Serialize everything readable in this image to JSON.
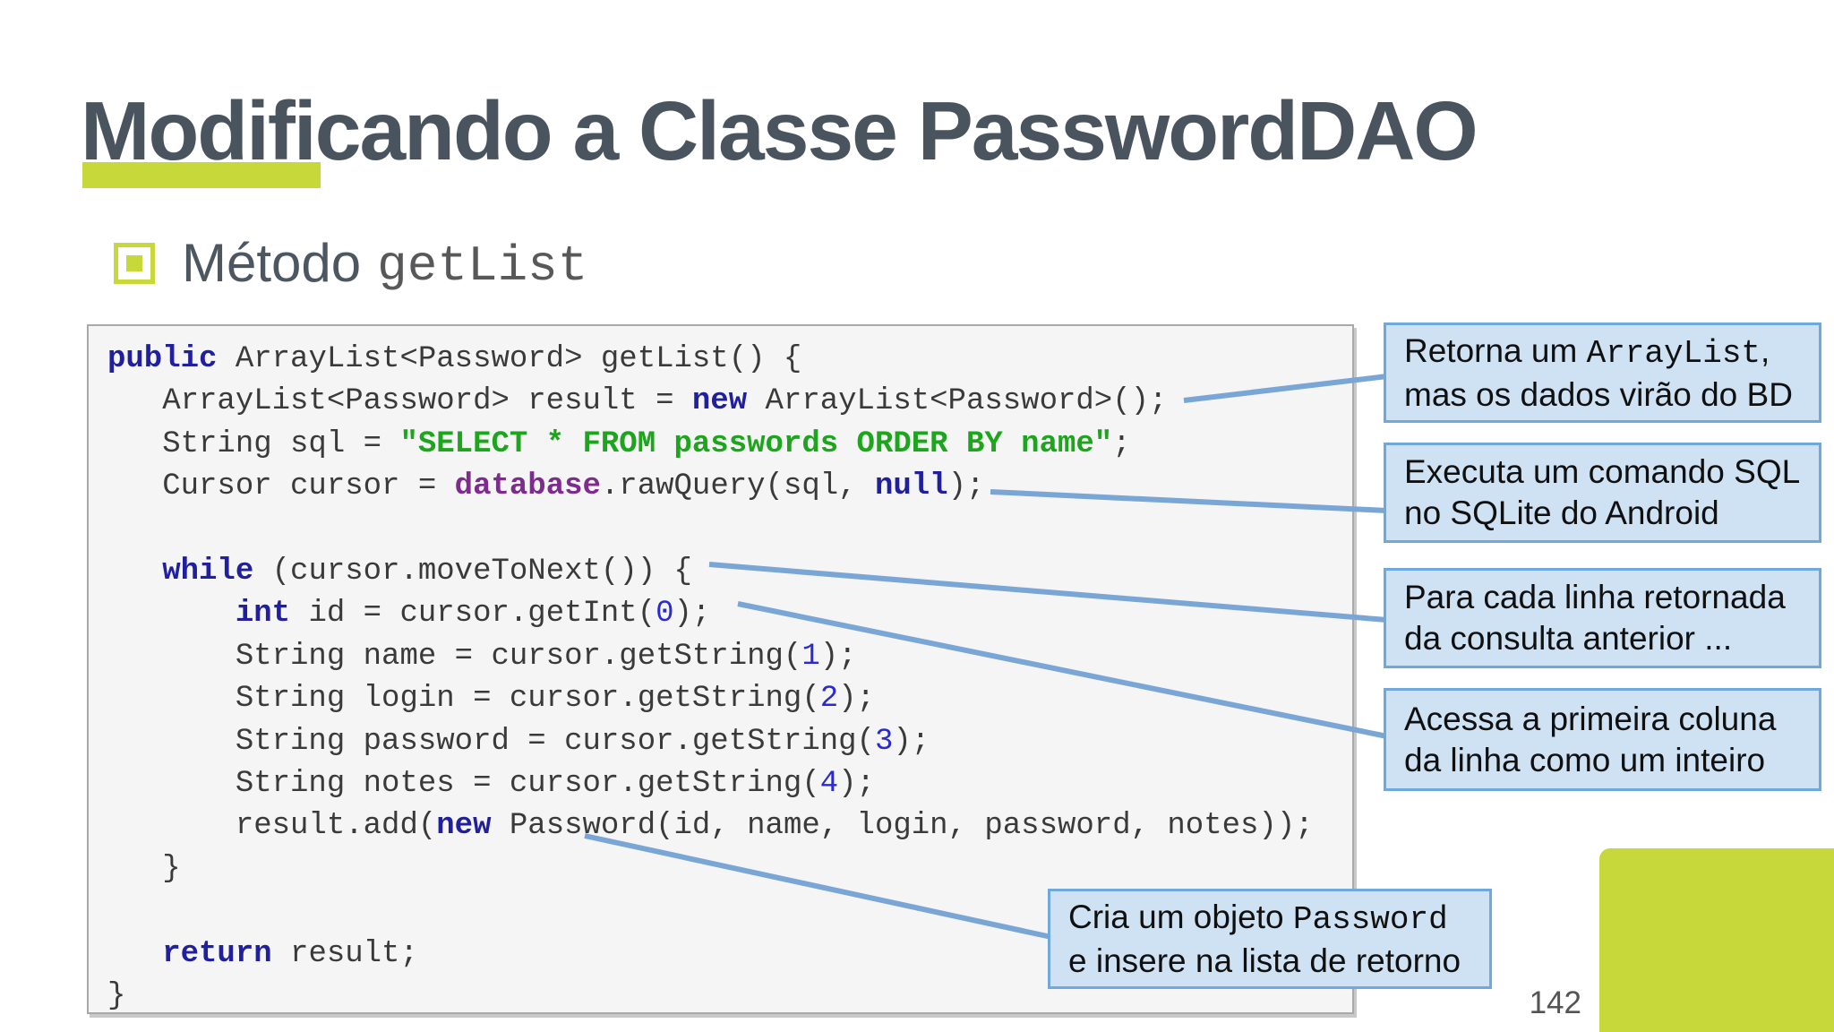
{
  "slide": {
    "title": "Modificando a Classe PasswordDAO",
    "bullet": {
      "label": "Método",
      "code_term": "getList"
    },
    "page_number": "142"
  },
  "colors": {
    "accent_lime": "#c7d93a",
    "title_text": "#49545f",
    "callout_fill": "#cfe2f3",
    "callout_border": "#6fa8dc",
    "connector": "#7aa6d6",
    "code_text": "#3a3a3a",
    "code_keyword": "#20209f",
    "code_string": "#1ea51e",
    "code_field": "#7d2b8d",
    "code_number": "#2929d6"
  },
  "code": {
    "lines": [
      [
        [
          "kw",
          "public"
        ],
        [
          "t",
          " ArrayList<Password> getList() {"
        ]
      ],
      [
        [
          "t",
          "   ArrayList<Password> result = "
        ],
        [
          "kw",
          "new"
        ],
        [
          "t",
          " ArrayList<Password>();"
        ]
      ],
      [
        [
          "t",
          "   String sql = "
        ],
        [
          "str",
          "\"SELECT * FROM passwords ORDER BY name\""
        ],
        [
          "t",
          ";"
        ]
      ],
      [
        [
          "t",
          "   Cursor cursor = "
        ],
        [
          "fld",
          "database"
        ],
        [
          "t",
          ".rawQuery(sql, "
        ],
        [
          "kw",
          "null"
        ],
        [
          "t",
          ");"
        ]
      ],
      [],
      [
        [
          "t",
          "   "
        ],
        [
          "kw",
          "while"
        ],
        [
          "t",
          " (cursor.moveToNext()) {"
        ]
      ],
      [
        [
          "t",
          "       "
        ],
        [
          "kw",
          "int"
        ],
        [
          "t",
          " id = cursor.getInt("
        ],
        [
          "num",
          "0"
        ],
        [
          "t",
          ");"
        ]
      ],
      [
        [
          "t",
          "       String name = cursor.getString("
        ],
        [
          "num",
          "1"
        ],
        [
          "t",
          ");"
        ]
      ],
      [
        [
          "t",
          "       String login = cursor.getString("
        ],
        [
          "num",
          "2"
        ],
        [
          "t",
          ");"
        ]
      ],
      [
        [
          "t",
          "       String password = cursor.getString("
        ],
        [
          "num",
          "3"
        ],
        [
          "t",
          ");"
        ]
      ],
      [
        [
          "t",
          "       String notes = cursor.getString("
        ],
        [
          "num",
          "4"
        ],
        [
          "t",
          ");"
        ]
      ],
      [
        [
          "t",
          "       result.add("
        ],
        [
          "kw",
          "new"
        ],
        [
          "t",
          " Password(id, name, login, password, notes));"
        ]
      ],
      [
        [
          "t",
          "   }"
        ]
      ],
      [],
      [
        [
          "t",
          "   "
        ],
        [
          "kw",
          "return"
        ],
        [
          "t",
          " result;"
        ]
      ],
      [
        [
          "t",
          "}"
        ]
      ]
    ]
  },
  "callouts": [
    {
      "id": "retorna",
      "lines": [
        [
          [
            "t",
            "Retorna um "
          ],
          [
            "mono",
            "ArrayList"
          ],
          [
            "t",
            ","
          ]
        ],
        [
          [
            "t",
            "mas os dados virão do BD"
          ]
        ]
      ]
    },
    {
      "id": "executa",
      "lines": [
        [
          [
            "t",
            "Executa um comando SQL"
          ]
        ],
        [
          [
            "t",
            "no SQLite do Android"
          ]
        ]
      ]
    },
    {
      "id": "paracada",
      "lines": [
        [
          [
            "t",
            "Para cada linha retornada"
          ]
        ],
        [
          [
            "t",
            "da consulta anterior ..."
          ]
        ]
      ]
    },
    {
      "id": "acessa",
      "lines": [
        [
          [
            "t",
            "Acessa a primeira coluna"
          ]
        ],
        [
          [
            "t",
            "da linha como um inteiro"
          ]
        ]
      ]
    },
    {
      "id": "cria",
      "lines": [
        [
          [
            "t",
            "Cria um objeto "
          ],
          [
            "mono",
            "Password"
          ]
        ],
        [
          [
            "t",
            "e insere na lista de retorno"
          ]
        ]
      ]
    }
  ]
}
